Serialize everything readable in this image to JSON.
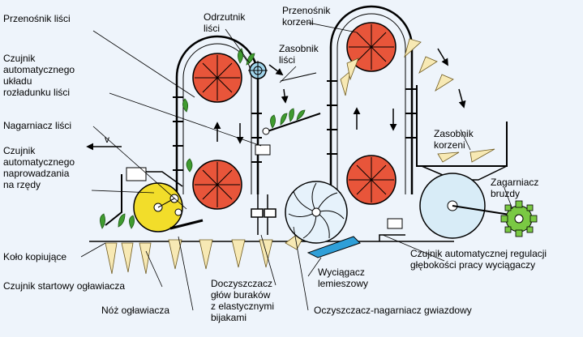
{
  "labels": {
    "przenosnik_lisci": "Przenośnik liści",
    "odrzutnik_lisci": "Odrzutnik\nliści",
    "przenosnik_korzeni": "Przenośnik\nkorzeni",
    "zasobnik_lisci": "Zasobnik\nliści",
    "czujnik_rozladunku": "Czujnik\nautomatycznego\nukładu\nrozładunku liści",
    "nagarniacz_lisci": "Nagarniacz liści",
    "czujnik_naprowadzania": "Czujnik\nautomatycznego\nnaprowadzania\nna rzędy",
    "v": "v",
    "zasobnik_korzeni": "Zasobnik\nkorzeni",
    "zagarniacz_bruzdy": "Zagarniacz\nbruzdy",
    "kolo_kopiujace": "Koło kopiujące",
    "czujnik_regulacji": "Czujnik automatycznej regulacji\ngłębokości pracy wyciągaczy",
    "czujnik_startowy": "Czujnik startowy ogławiacza",
    "wyciagacz": "Wyciągacz\nlemieszowy",
    "doczyszczacz": "Doczyszczacz\ngłów buraków\nz elastycznymi\nbijakami",
    "noz": "Nóż ogławiacza",
    "oczyszczacz": "Oczyszczacz-nagarniacz gwiazdowy"
  },
  "colors": {
    "background": "#eef4fb",
    "drum": "#e8553a",
    "rotor": "#f2dd2a",
    "sprocket": "#7ac943",
    "root": "#f7e9b4",
    "share": "#2f9fd8",
    "leaf": "#3f9b2f",
    "lifter_wheel": "#d8ecf7"
  }
}
